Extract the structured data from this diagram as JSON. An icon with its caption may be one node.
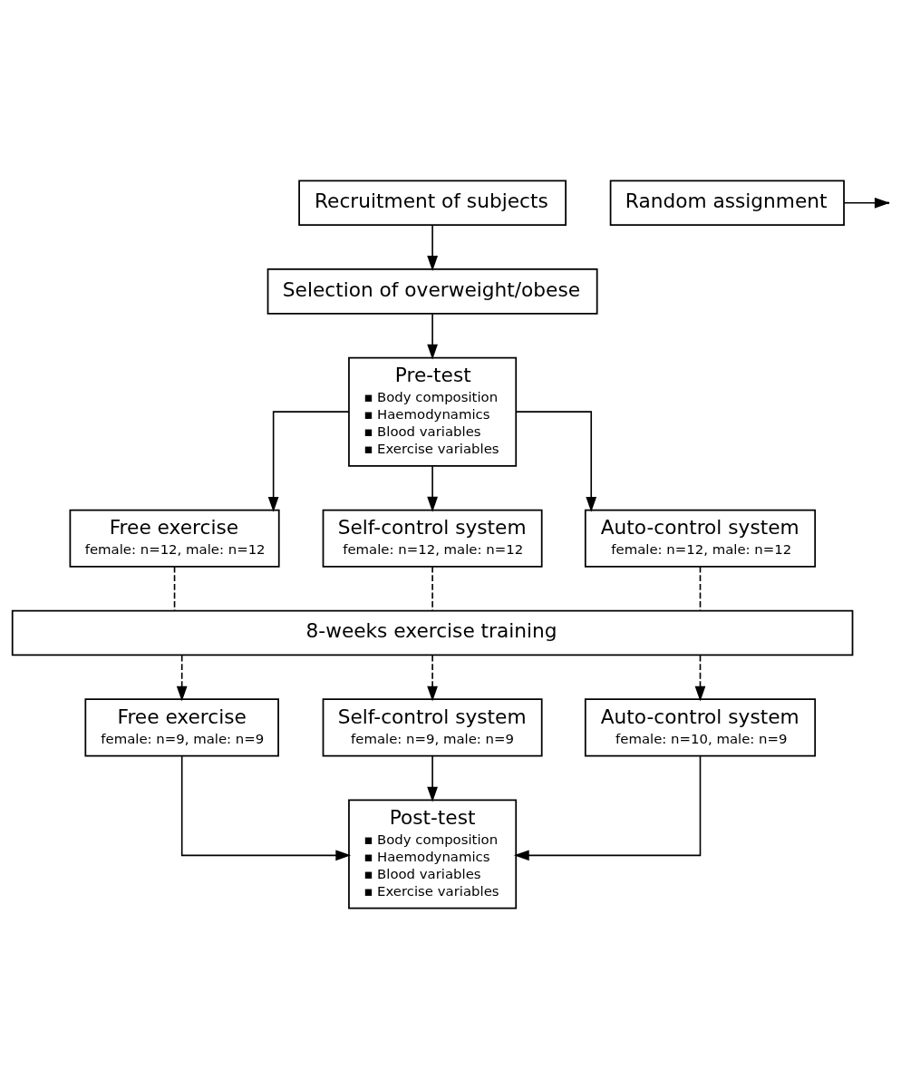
{
  "diagram": {
    "nodes": [
      {
        "text": [
          "Recruitment of subjects"
        ]
      },
      {
        "text": [
          "Selection of overweight/obese"
        ]
      },
      {
        "text": [
          "Pre-test",
          "▪ Body composition",
          "▪ Haemodynamics",
          "▪ Blood variables",
          "▪ Exercise variables"
        ]
      },
      {
        "text": [
          "Random assignment"
        ]
      },
      {
        "text": [
          "Free exercise",
          "female: n=12, male: n=12"
        ]
      },
      {
        "text": [
          "Self-control system",
          "female: n=12, male: n=12"
        ]
      },
      {
        "text": [
          "Auto-control system",
          "female: n=12, male: n=12"
        ]
      },
      {
        "text": [
          "8-weeks exercise training"
        ]
      },
      {
        "text": [
          "Free exercise",
          "female: n=9, male: n=9"
        ]
      },
      {
        "text": [
          "Self-control system",
          "female: n=9, male: n=9"
        ]
      },
      {
        "text": [
          "Auto-control system",
          "female: n=10, male: n=9"
        ]
      },
      {
        "text": [
          "Post-test",
          "▪ Body composition",
          "▪ Haemodynamics",
          "▪ Blood variables",
          "▪ Exercise variables"
        ]
      }
    ],
    "edges": [
      {
        "from": 0,
        "to": 1,
        "arrow": "to"
      },
      {
        "from": 1,
        "to": 2,
        "arrow": "to"
      },
      {
        "from": 3,
        "to": null,
        "arrow": "to"
      },
      {
        "from": 2,
        "to": 4,
        "arrow": "to"
      },
      {
        "from": 2,
        "to": 5,
        "arrow": "to"
      },
      {
        "from": 2,
        "to": 6,
        "arrow": "to"
      },
      {
        "from": 4,
        "to": 7,
        "arrow": "none",
        "style": "dashed"
      },
      {
        "from": 5,
        "to": 7,
        "arrow": "none",
        "style": "dashed"
      },
      {
        "from": 6,
        "to": 7,
        "arrow": "none",
        "style": "dashed"
      },
      {
        "from": 7,
        "to": 8,
        "arrow": "to",
        "style": "dashed"
      },
      {
        "from": 7,
        "to": 9,
        "arrow": "to",
        "style": "dashed"
      },
      {
        "from": 7,
        "to": 10,
        "arrow": "to",
        "style": "dashed"
      },
      {
        "from": 8,
        "to": 11,
        "arrow": "to"
      },
      {
        "from": 9,
        "to": 11,
        "arrow": "to"
      },
      {
        "from": 10,
        "to": 11,
        "arrow": "to"
      }
    ]
  }
}
